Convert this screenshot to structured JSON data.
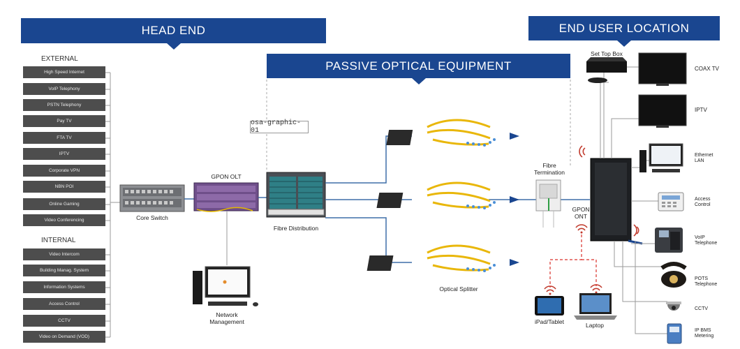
{
  "banners": {
    "head_end": "HEAD END",
    "end_user": "END USER LOCATION",
    "passive": "PASSIVE OPTICAL EQUIPMENT"
  },
  "external": {
    "title": "EXTERNAL",
    "items": [
      "High Speed Internet",
      "VoIP Telephony",
      "PSTN Telephony",
      "Pay TV",
      "FTA TV",
      "IPTV",
      "Corporate VPN",
      "NBN POI",
      "Online Gaming",
      "Video Conferencing"
    ]
  },
  "internal": {
    "title": "INTERNAL",
    "items": [
      "Video Intercom",
      "Building Manag. System",
      "Information Systems",
      "Access Control",
      "CCTV",
      "Video on Demand (VOD)"
    ]
  },
  "tag": "osa-graphic-01",
  "labels": {
    "gpon_olt": "GPON OLT",
    "core_switch": "Core Switch",
    "fibre_distribution": "Fibre Distribution",
    "network_management": "Network\nManagement",
    "optical_splitter": "Optical Splitter",
    "fibre_termination": "Fibre\nTermination",
    "gpon_ont": "GPON\nONT",
    "set_top_box": "Set Top Box",
    "ipad_tablet": "iPad/Tablet",
    "laptop": "Laptop"
  },
  "devices": {
    "coax_tv": "COAX TV",
    "iptv": "IPTV",
    "ethernet_lan": "Ethernet\nLAN",
    "access_control": "Access\nControl",
    "voip_telephone": "VoIP\nTelephone",
    "pots_telephone": "POTS\nTelephone",
    "cctv": "CCTV",
    "ip_bms": "IP BMS\nMetering"
  },
  "colors": {
    "banner": "#1a4690",
    "service_box": "#4d4d4d",
    "fibre_line": "#3f6fa8",
    "dashed_link": "#d9302a",
    "wifi": "#c0392b",
    "gray_line": "#9a9a9a"
  }
}
